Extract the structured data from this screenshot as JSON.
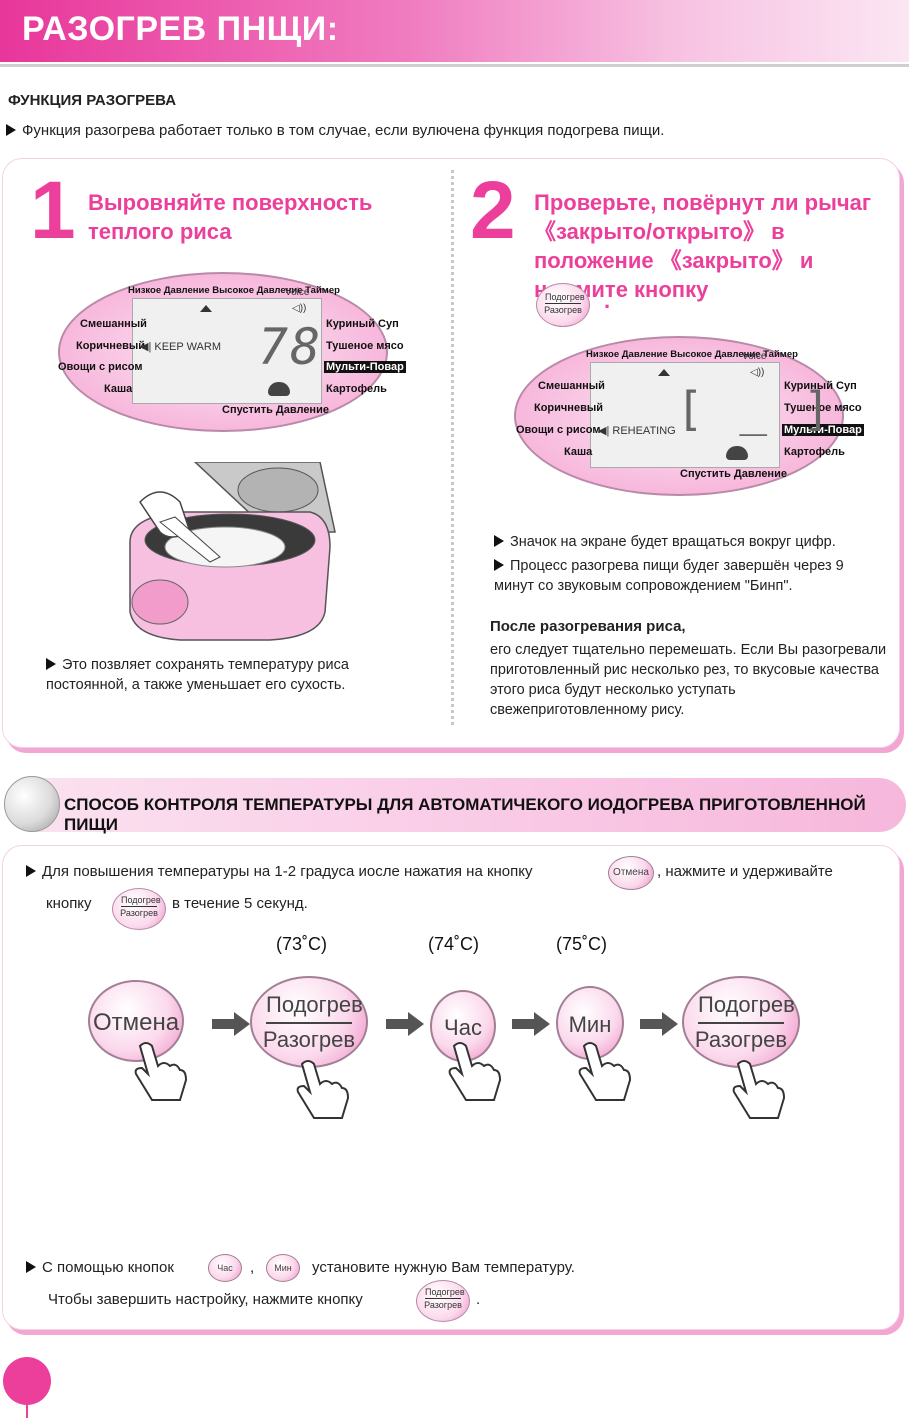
{
  "header": {
    "title": "РАЗОГРЕВ ПНЩИ:"
  },
  "section_label": "ФУНКЦИЯ РАЗОГРЕВА",
  "intro": "Функция разогрева работает только в том случае, если вулючена функция подогрева пищи.",
  "step1": {
    "number": "1",
    "title": "Выровняйте поверхность теплого риса",
    "bullet": "Это позвляет сохранять температуру риса постоянной, а также уменьшает его сухость."
  },
  "step2": {
    "number": "2",
    "title": "Проверьте, повёрнут ли рычаг 《закрыто/открыто》 в положение 《закрыто》 и нажмите кнопку",
    "title_end": ".",
    "bullet1": "Значок на экране будет вращаться вокруг цифр.",
    "bullet2": "Процесс разогрева пищи будег завершён через 9 минут со звуковым сопровождением \"Бинп\".",
    "after_heading": "После разогревания риса,",
    "after_text": "его следует тщательно перемешать. Если Вы разогревали приготовленный рис несколько рез, то вкусовые качества этого риса будут несколько уступать свежеприготовленному рису."
  },
  "lcd": {
    "top_labels": "Низкое Давление Высокое Давление Таймер",
    "voice": "Voice",
    "left": [
      "Смешанный",
      "Коричневый",
      "Овощи с рисом",
      "Каша"
    ],
    "right": [
      "Куриный Суп",
      "Тушеное мясо",
      "Мульти-Повар",
      "Картофель"
    ],
    "bottom": "Спустить Давление",
    "keep_warm": "KEEP WARM",
    "digits1": "78",
    "reheating": "REHEATING",
    "digits2": "[ _ ]"
  },
  "buttons": {
    "reheat_top": "Подогрев",
    "reheat_bottom": "Разогрев",
    "cancel": "Отмена",
    "hour": "Час",
    "min": "Мин"
  },
  "section2": {
    "title": "СПОСОБ КОНТРОЛЯ ТЕМПЕРАТУРЫ ДЛЯ АВТОМАТИЧЕКОГО ИОДОГРЕВА ПРИГОТОВЛЕННОЙ ПИЩИ",
    "line1_a": "Для повышения температуры на 1-2 градуса иосле нажатия на кнопку",
    "line1_b": ", нажмите и удерживайте",
    "line2_a": "кнопку",
    "line2_b": "в течение 5 секунд.",
    "temps": [
      "(73˚C)",
      "(74˚C)",
      "(75˚C)"
    ],
    "bottom1_a": "С помощью кнопок",
    "bottom1_sep": ",",
    "bottom1_b": "установите нужную Вам температуру.",
    "bottom2_a": "Чтобы завершить настройку, нажмите кнопку",
    "bottom2_end": "."
  },
  "colors": {
    "accent": "#ec3f9b",
    "panel_shadow": "#f2a7d2"
  }
}
